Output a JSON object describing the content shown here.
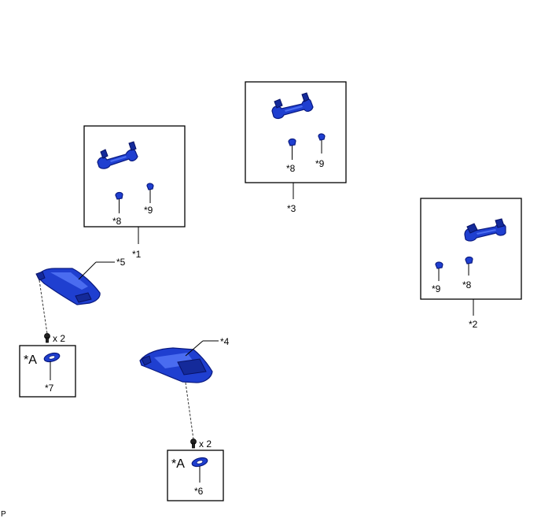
{
  "callouts": {
    "c1": "*1",
    "c2": "*2",
    "c3": "*3",
    "c4": "*4",
    "c5": "*5",
    "c6": "*6",
    "c7": "*7",
    "c8_box1": "*8",
    "c9_box1": "*9",
    "c8_box3": "*8",
    "c9_box3": "*9",
    "c8_box2": "*8",
    "c9_box2": "*9"
  },
  "quantities": {
    "screw_upper": "x 2",
    "screw_lower": "x 2"
  },
  "view_labels": {
    "detail_a_upper": "*A",
    "detail_a_lower": "*A"
  },
  "footer": {
    "code": "P"
  },
  "colors": {
    "part_fill": "#1f3fd0",
    "part_outline": "#0a1a80",
    "line": "#000000"
  }
}
